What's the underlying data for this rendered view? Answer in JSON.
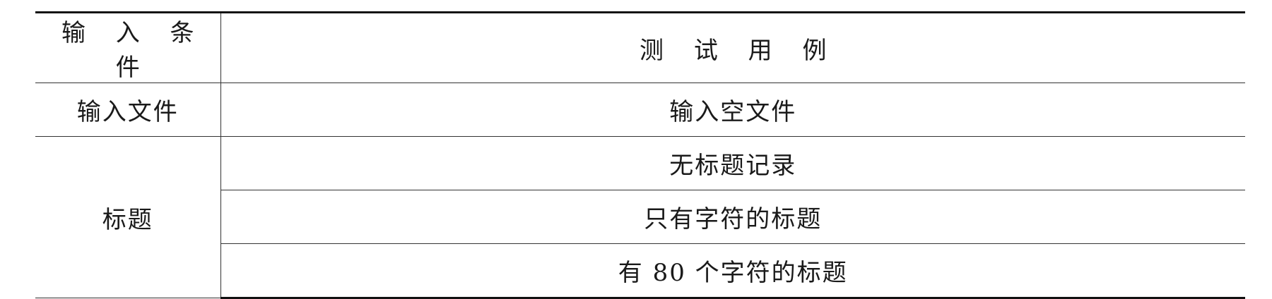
{
  "table": {
    "headers": {
      "condition": "输 入 条 件",
      "test_case": "测 试 用 例"
    },
    "groups": [
      {
        "condition": "输入文件",
        "cases": [
          "输入空文件"
        ]
      },
      {
        "condition": "标题",
        "cases": [
          "无标题记录",
          "只有字符的标题",
          "有 80 个字符的标题"
        ]
      }
    ]
  }
}
